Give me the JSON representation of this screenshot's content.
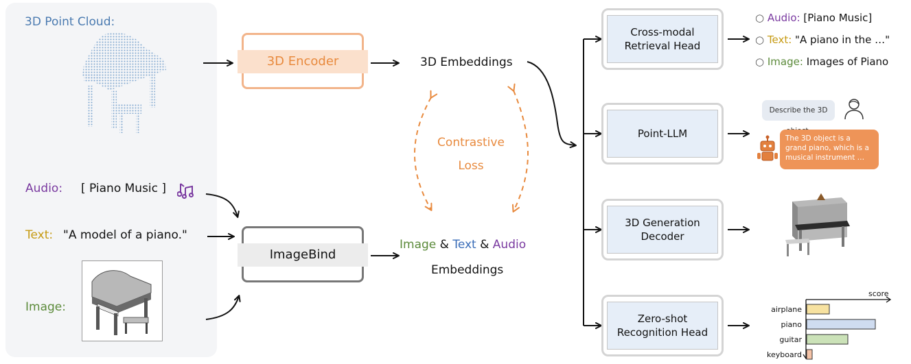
{
  "inputs": {
    "point_cloud_label": "3D Point Cloud:",
    "audio_label": "Audio:",
    "audio_value": "[ Piano Music ]",
    "text_label": "Text:",
    "text_value": "\"A model of a piano.\"",
    "image_label": "Image:"
  },
  "encoders": {
    "encoder_3d": "3D Encoder",
    "imagebind": "ImageBind"
  },
  "embeddings": {
    "embeddings_3d": "3D Embeddings",
    "image_word": "Image",
    "amp1": "&",
    "text_word": "Text",
    "amp2": "&",
    "audio_word": "Audio",
    "embeddings_word": "Embeddings"
  },
  "loss": {
    "line1": "Contrastive",
    "line2": "Loss"
  },
  "heads": {
    "retrieval": [
      "Cross-modal",
      "Retrieval Head"
    ],
    "point_llm": [
      "Point-LLM"
    ],
    "generation": [
      "3D Generation",
      "Decoder"
    ],
    "recognition": [
      "Zero-shot",
      "Recognition Head"
    ]
  },
  "retrieval_outputs": [
    {
      "key": "Audio:",
      "value": "[Piano Music]"
    },
    {
      "key": "Text:",
      "value": "\"A piano in the …\""
    },
    {
      "key": "Image:",
      "value": "Images of Piano"
    }
  ],
  "chat": {
    "user_message": "Describe the 3D object.",
    "bot_message": "The 3D object is a grand piano, which is a musical instrument …"
  },
  "recognition_chart": {
    "axis_label": "score",
    "bars": [
      {
        "label": "airplane",
        "score": 0.33,
        "color": "#f7e2a0"
      },
      {
        "label": "piano",
        "score": 1.0,
        "color": "#cfdcf0"
      },
      {
        "label": "guitar",
        "score": 0.6,
        "color": "#cbe2b8"
      },
      {
        "label": "keyboard",
        "score": 0.08,
        "color": "#f5c3a7"
      }
    ]
  },
  "colors": {
    "orange": "#e88a3e",
    "head_fill": "#e6eef8",
    "head_frame": "#d0d0d0",
    "imagebind_frame": "#707070"
  }
}
